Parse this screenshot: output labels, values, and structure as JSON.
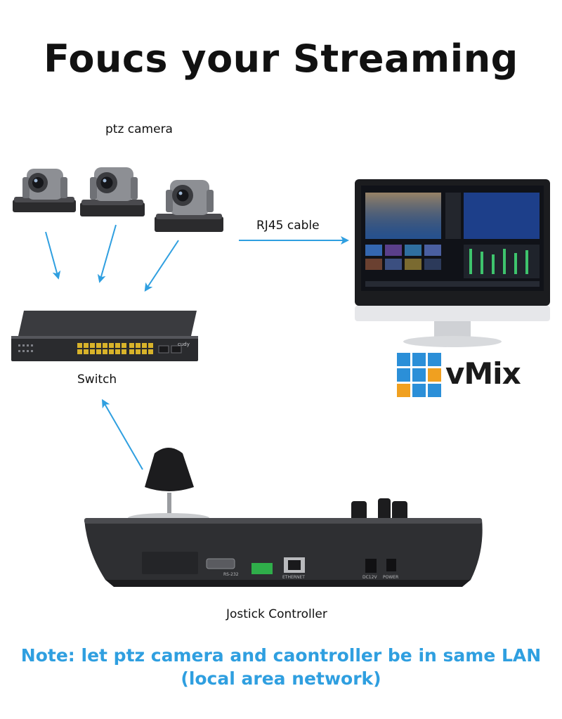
{
  "title": "Foucs your Streaming",
  "labels": {
    "cameras": "ptz camera",
    "cable": "RJ45 cable",
    "switch": "Switch",
    "controller": "Jostick Controller"
  },
  "vmix": {
    "logo_text": "vMix"
  },
  "note": {
    "line1": "Note: let ptz camera and caontroller be in same LAN",
    "line2": "(local area network)"
  },
  "device_markings": {
    "switch_brand": "cudy",
    "rs232": "RS-232",
    "ethernet": "ETHERNET",
    "dc": "DC12V",
    "power": "POWER"
  },
  "colors": {
    "arrow": "#2f9fe0",
    "accent_text": "#2f9fe0"
  }
}
